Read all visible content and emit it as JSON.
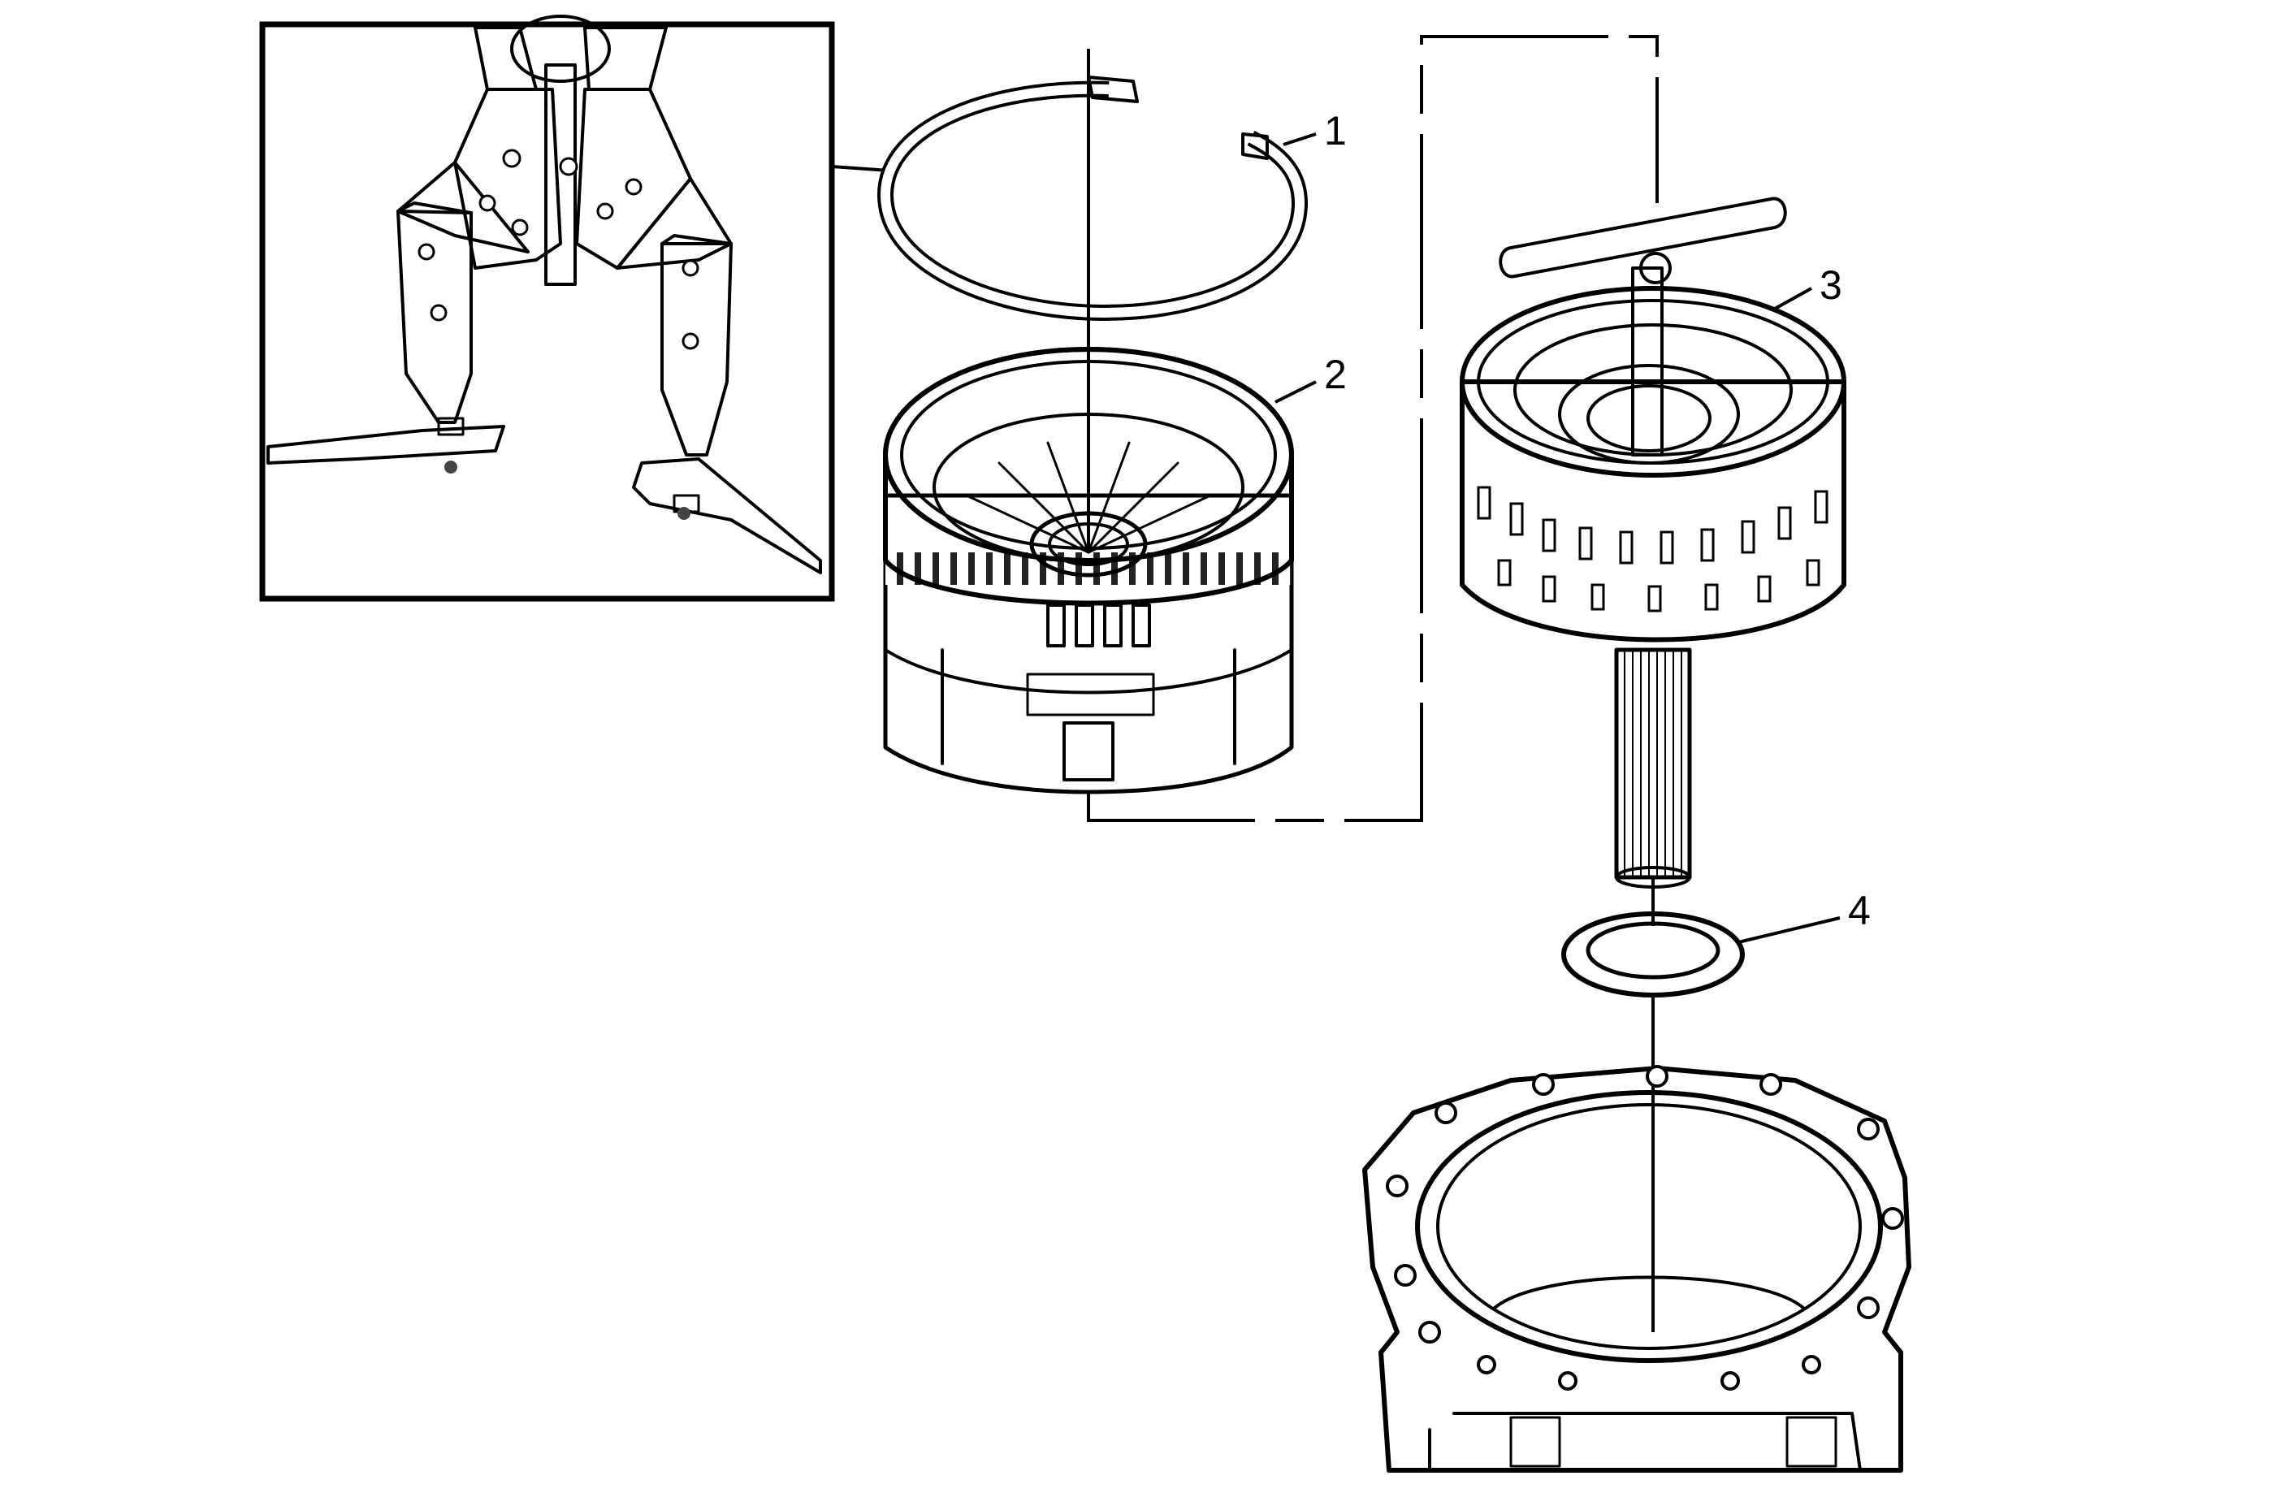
{
  "callouts": [
    {
      "id": "1",
      "label": "1"
    },
    {
      "id": "2",
      "label": "2"
    },
    {
      "id": "3",
      "label": "3"
    },
    {
      "id": "4",
      "label": "4"
    }
  ],
  "colors": {
    "line": "#000000",
    "part_fill": "#ffffff",
    "shade": "#b9b9b9",
    "background": "#ffffff"
  },
  "icons": {
    "inset": "snap-ring-pliers-icon",
    "part1": "snap-ring-icon",
    "part2": "clutch-housing-icon",
    "part3": "input-shaft-assembly-icon",
    "part4": "thrust-washer-icon",
    "case": "transmission-case-icon"
  }
}
